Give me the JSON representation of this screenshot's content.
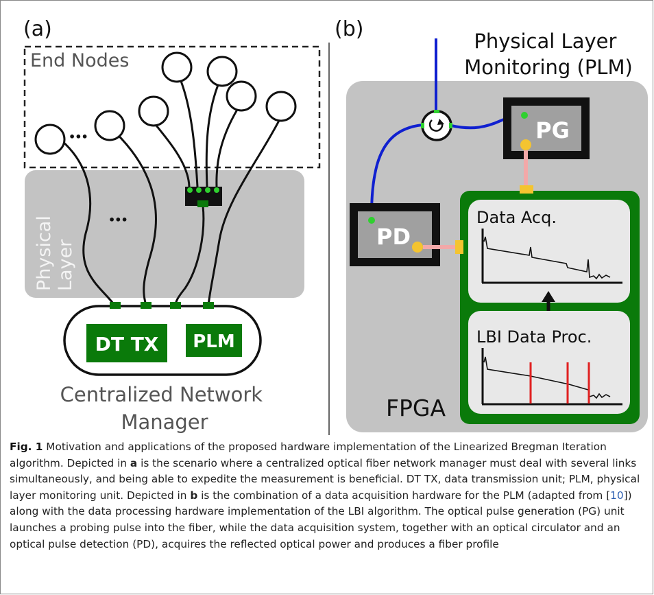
{
  "panel_a": {
    "label": "(a)",
    "end_nodes_label": "End Nodes",
    "ellipsis_top": "•••",
    "ellipsis_mid": "•••",
    "physical_layer_label": [
      "Physical",
      "Layer"
    ],
    "dt_tx_label": "DT TX",
    "plm_label": "PLM",
    "manager_label": [
      "Centralized Network",
      "Manager"
    ]
  },
  "panel_b": {
    "label": "(b)",
    "plm_title": [
      "Physical Layer",
      "Monitoring (PLM)"
    ],
    "pg_label": "PG",
    "pd_label": "PD",
    "data_acq_label": "Data Acq.",
    "lbi_label": "LBI Data Proc.",
    "fpga_label": "FPGA"
  },
  "caption": {
    "fig_label": "Fig. 1",
    "part1": "  Motivation and applications of the proposed hardware implementation of the Linearized Bregman Iteration algorithm. Depicted in ",
    "ref_a": "a",
    "part2": " is the scenario where a centralized optical fiber network manager must deal with several links simultaneously, and being able to expedite the measurement is beneficial. DT TX, data transmission unit; PLM, physical layer monitoring unit. Depicted in ",
    "ref_b": "b",
    "part3": " is the combination of a data acquisition hardware for the PLM (adapted from [",
    "citation": "10",
    "part4": "]) along with the data processing hardware implementation of the LBI algorithm. The optical pulse generation (PG) unit launches a probing pulse into the fiber, while the data acquisition system, together with an optical circulator and an optical pulse detection (PD), acquires the reflected optical power and produces a fiber profile"
  },
  "colors": {
    "green": "#0a7a0a",
    "blue": "#1020d0",
    "gray_region": "#c0c0c0",
    "pink_link": "#f2a8a8",
    "yellow_port": "#f4c430",
    "red_marker": "#e02020"
  }
}
